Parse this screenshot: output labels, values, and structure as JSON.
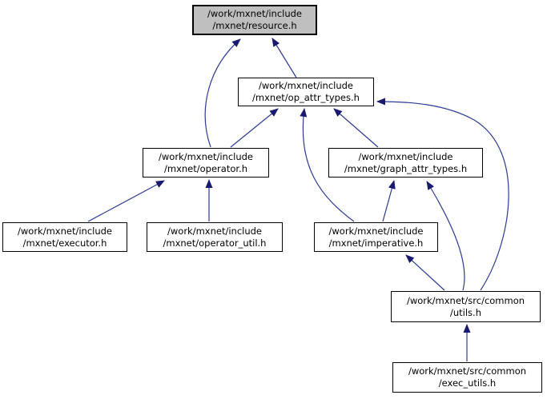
{
  "diagram": {
    "kind": "doxygen-include-dependency-graph",
    "background_color": "#ffffff",
    "edge_color": "#2d3a94",
    "arrowhead_color": "#191970",
    "node_fill": "#ffffff",
    "node_border_color": "#000000",
    "highlighted_node_fill": "#bfbfbf"
  },
  "nodes": [
    {
      "id": "resource",
      "line1": "/work/mxnet/include",
      "line2": "/mxnet/resource.h",
      "highlighted": true
    },
    {
      "id": "op_attr_types",
      "line1": "/work/mxnet/include",
      "line2": "/mxnet/op_attr_types.h",
      "highlighted": false
    },
    {
      "id": "operator",
      "line1": "/work/mxnet/include",
      "line2": "/mxnet/operator.h",
      "highlighted": false
    },
    {
      "id": "graph_attr_types",
      "line1": "/work/mxnet/include",
      "line2": "/mxnet/graph_attr_types.h",
      "highlighted": false
    },
    {
      "id": "executor",
      "line1": "/work/mxnet/include",
      "line2": "/mxnet/executor.h",
      "highlighted": false
    },
    {
      "id": "operator_util",
      "line1": "/work/mxnet/include",
      "line2": "/mxnet/operator_util.h",
      "highlighted": false
    },
    {
      "id": "imperative",
      "line1": "/work/mxnet/include",
      "line2": "/mxnet/imperative.h",
      "highlighted": false
    },
    {
      "id": "utils",
      "line1": "/work/mxnet/src/common",
      "line2": "/utils.h",
      "highlighted": false
    },
    {
      "id": "exec_utils",
      "line1": "/work/mxnet/src/common",
      "line2": "/exec_utils.h",
      "highlighted": false
    }
  ],
  "edges": [
    {
      "from": "op_attr_types",
      "to": "resource"
    },
    {
      "from": "operator",
      "to": "resource"
    },
    {
      "from": "operator",
      "to": "op_attr_types"
    },
    {
      "from": "executor",
      "to": "operator"
    },
    {
      "from": "operator_util",
      "to": "operator"
    },
    {
      "from": "graph_attr_types",
      "to": "op_attr_types"
    },
    {
      "from": "imperative",
      "to": "op_attr_types"
    },
    {
      "from": "imperative",
      "to": "graph_attr_types"
    },
    {
      "from": "utils",
      "to": "op_attr_types"
    },
    {
      "from": "utils",
      "to": "graph_attr_types"
    },
    {
      "from": "utils",
      "to": "imperative"
    },
    {
      "from": "exec_utils",
      "to": "utils"
    }
  ]
}
